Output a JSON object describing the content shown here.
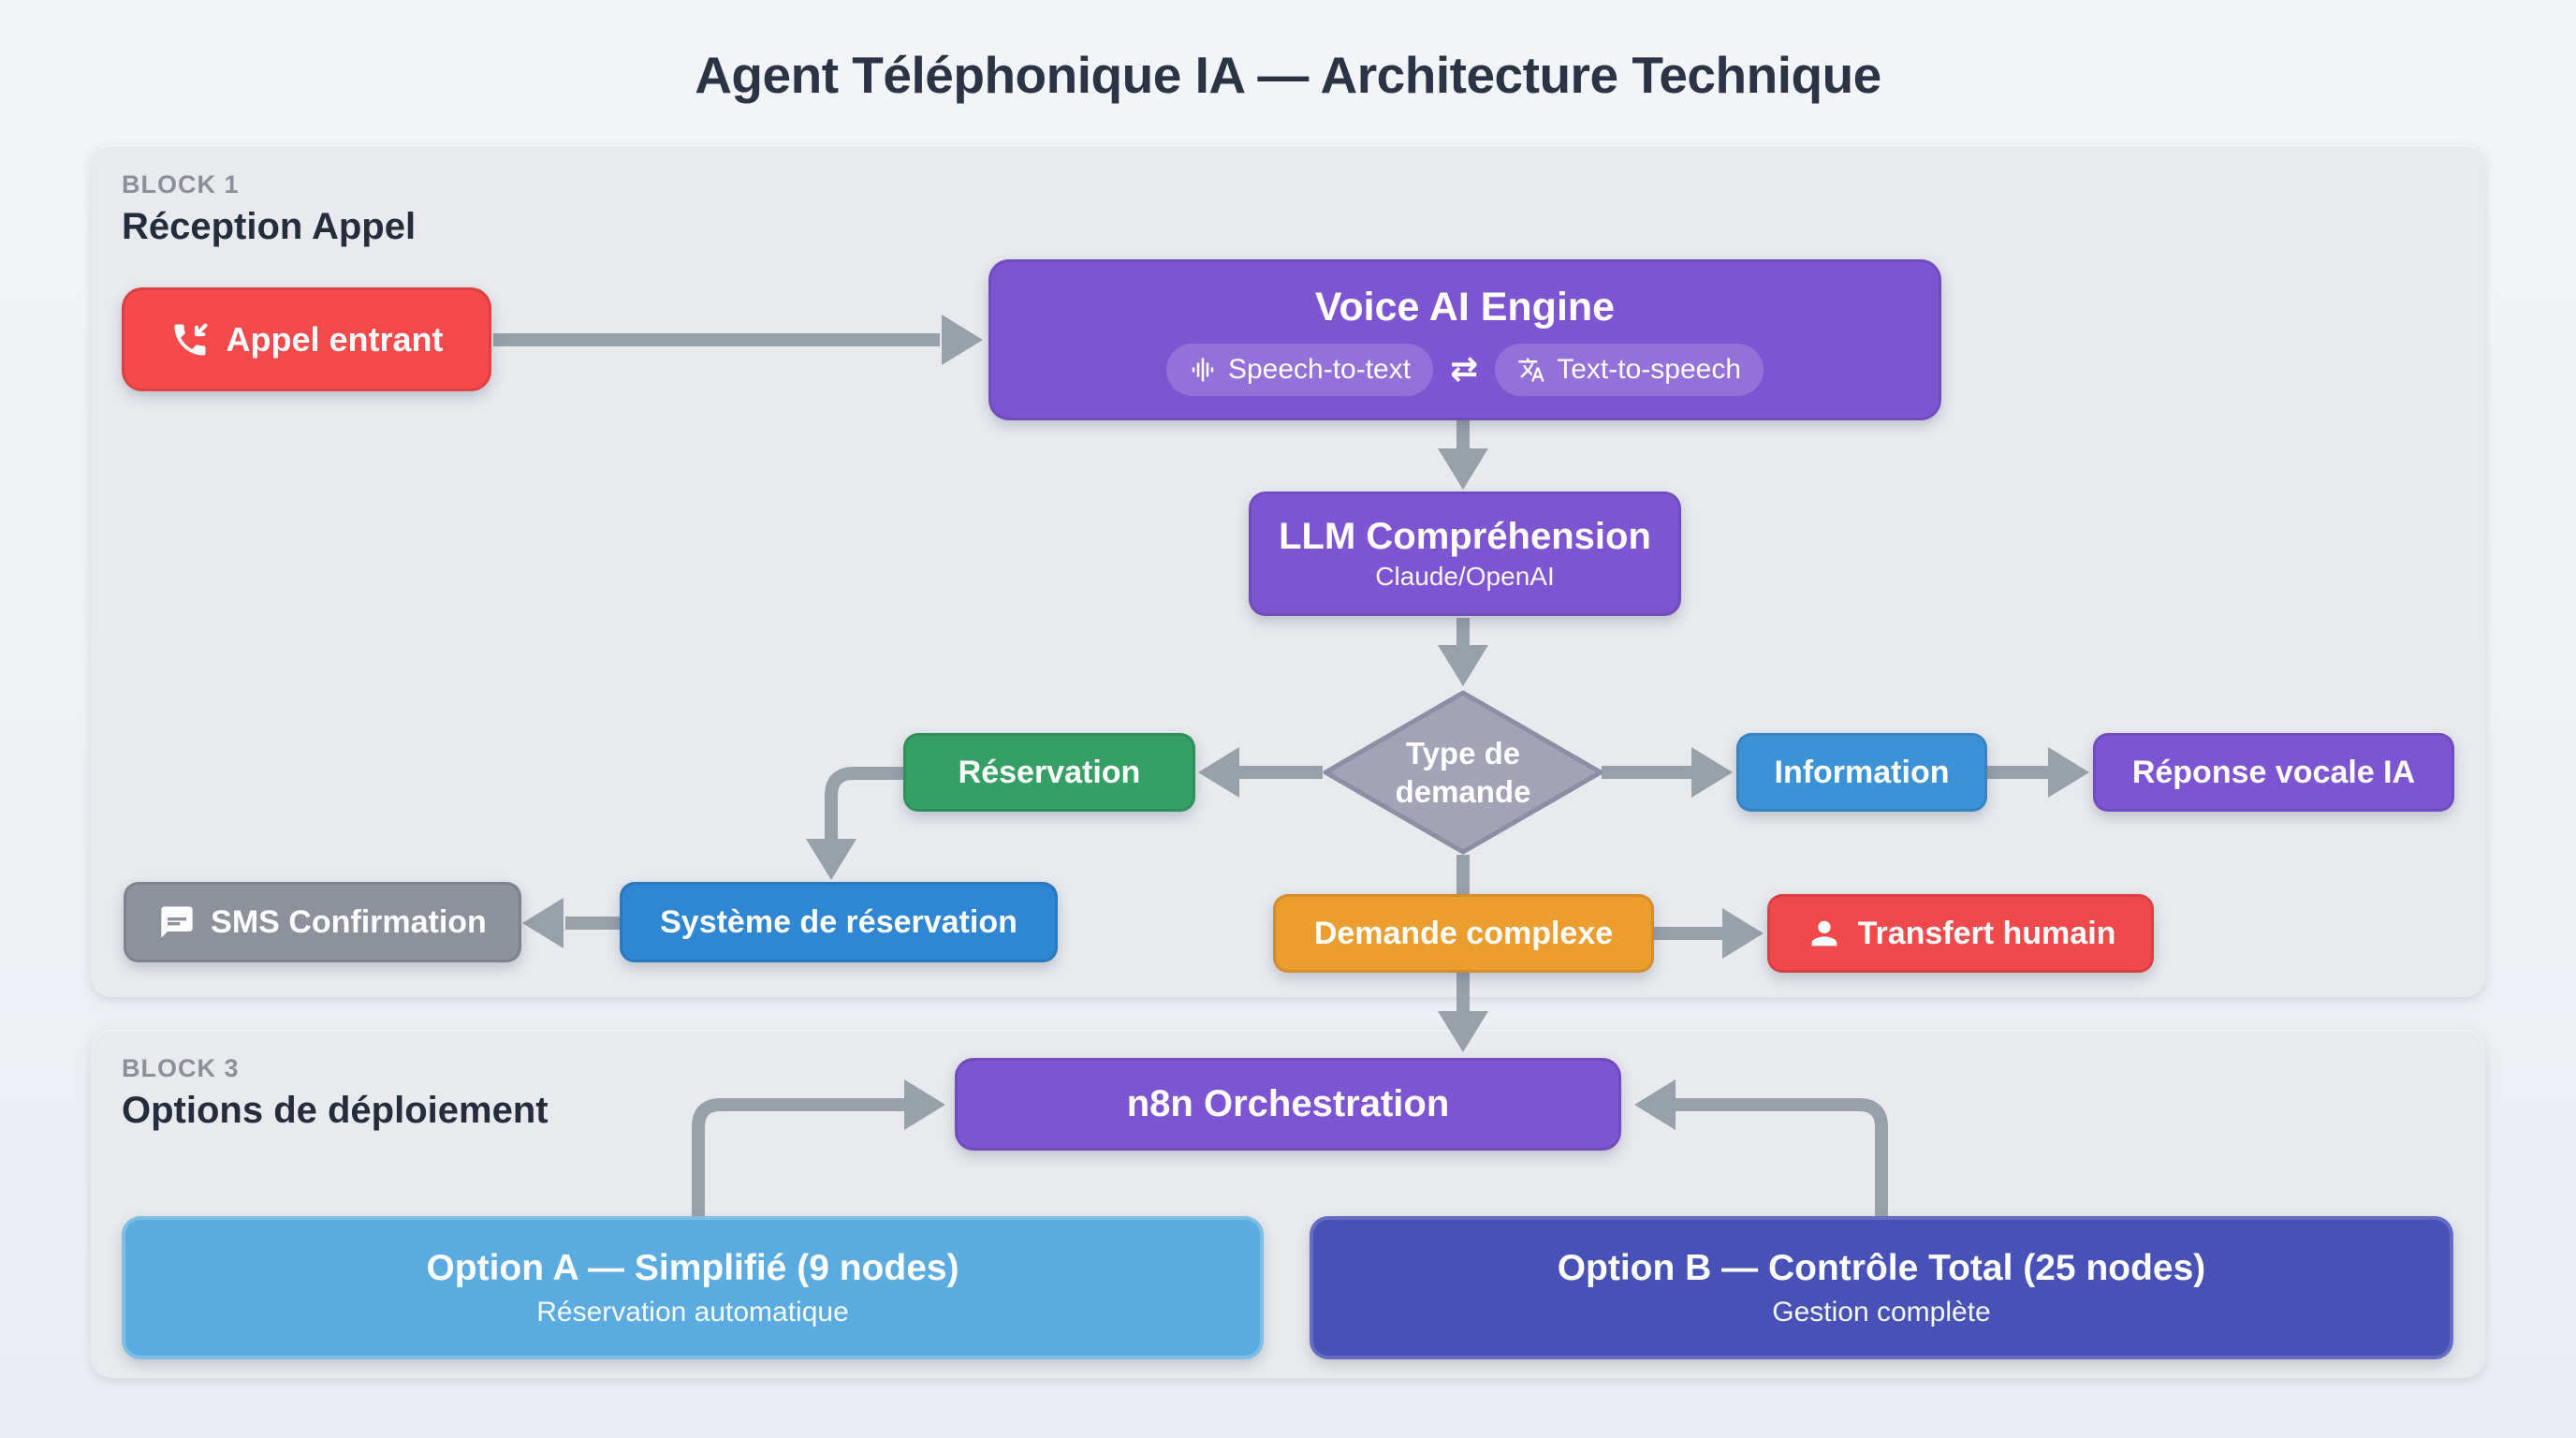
{
  "title": "Agent Téléphonique IA — Architecture Technique",
  "blocks": {
    "block1": {
      "label": "BLOCK 1",
      "title": "Réception Appel"
    },
    "block3": {
      "label": "BLOCK 3",
      "title": "Options de déploiement"
    }
  },
  "nodes": {
    "appel_entrant": {
      "label": "Appel entrant",
      "color": "#f5494c",
      "icon": "phone-incoming-icon"
    },
    "voice_engine": {
      "title": "Voice AI Engine",
      "color": "#7d55d2",
      "badges": [
        {
          "label": "Speech-to-text",
          "icon": "waveform-icon"
        },
        {
          "label": "Text-to-speech",
          "icon": "translate-icon"
        }
      ],
      "swap_glyph": "⇄"
    },
    "llm": {
      "title": "LLM Compréhension",
      "subtitle": "Claude/OpenAI",
      "color": "#7d55d2"
    },
    "decision": {
      "label": "Type de demande",
      "color": "#a2a3b7",
      "border_color": "#8d8ea4"
    },
    "reservation": {
      "label": "Réservation",
      "color": "#35a066"
    },
    "information": {
      "label": "Information",
      "color": "#3b92d6"
    },
    "reponse_vocale": {
      "label": "Réponse vocale IA",
      "color": "#7d55d2"
    },
    "systeme_reservation": {
      "label": "Système de réservation",
      "color": "#2f86d3"
    },
    "sms_confirmation": {
      "label": "SMS Confirmation",
      "color": "#8c919c",
      "icon": "chat-icon"
    },
    "demande_complexe": {
      "label": "Demande complexe",
      "color": "#eb9e2e"
    },
    "transfert_humain": {
      "label": "Transfert humain",
      "color": "#f0494c",
      "icon": "person-icon"
    },
    "n8n": {
      "label": "n8n Orchestration",
      "color": "#7d55d2"
    },
    "option_a": {
      "title": "Option A — Simplifié (9 nodes)",
      "subtitle": "Réservation automatique",
      "color": "#5aabdf"
    },
    "option_b": {
      "title": "Option B — Contrôle Total (25 nodes)",
      "subtitle": "Gestion complète",
      "color": "#4852b6"
    }
  },
  "colors": {
    "connector": "#98a0aa",
    "page_background": "#eff1f5",
    "panel_background": "#e8eaee"
  }
}
